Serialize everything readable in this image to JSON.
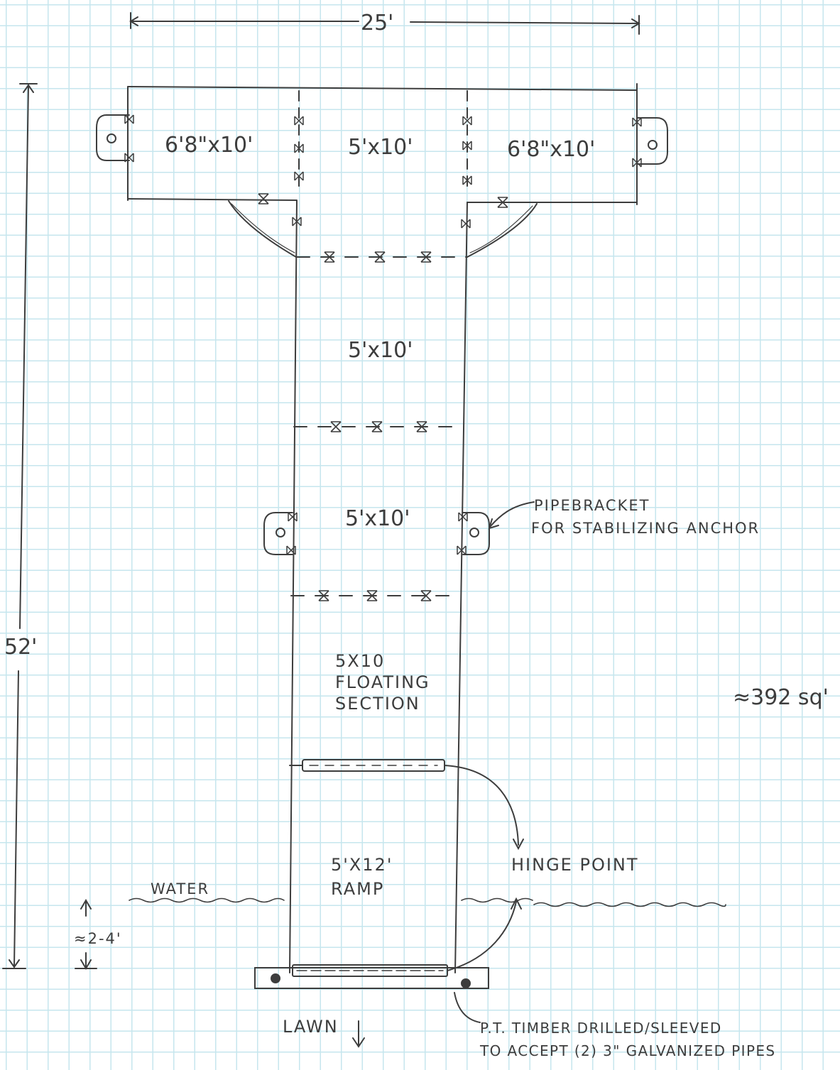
{
  "dimensions": {
    "width": "25'",
    "length": "52'",
    "water_depth": "≈2-4'",
    "area": "≈392 sq'"
  },
  "sections": {
    "top_left": "6'8\"x10'",
    "top_center": "5'x10'",
    "top_right": "6'8\"x10'",
    "middle_1": "5'x10'",
    "middle_2": "5'x10'",
    "floating_lines": [
      "5X10",
      "FLOATING",
      "SECTION"
    ],
    "ramp_lines": [
      "5'X12'",
      "RAMP"
    ]
  },
  "labels": {
    "pipe_bracket_lines": [
      "PIPEBRACKET",
      "FOR STABILIZING ANCHOR"
    ],
    "hinge_point": "HINGE POINT",
    "water": "WATER",
    "lawn": "LAWN",
    "timber_lines": [
      "P.T. TIMBER DRILLED/SLEEVED",
      "TO ACCEPT (2) 3\" GALVANIZED PIPES"
    ]
  },
  "colors": {
    "grid": "#c6e6ee",
    "pencil": "#3d3d3d"
  }
}
